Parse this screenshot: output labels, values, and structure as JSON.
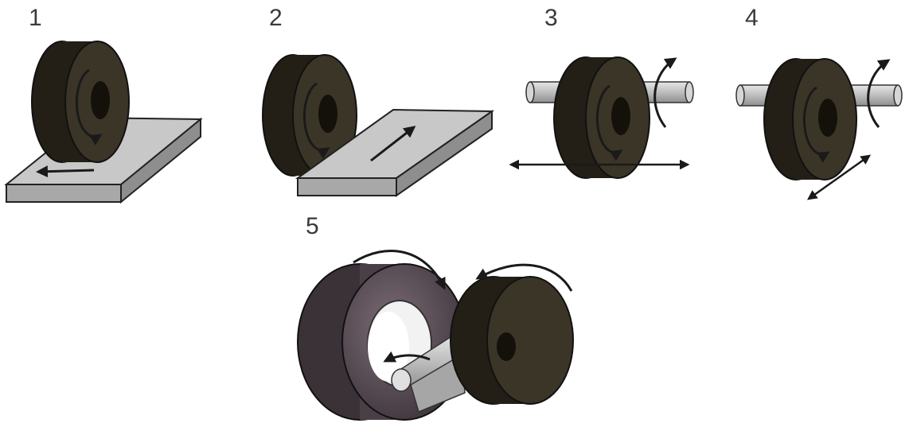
{
  "diagram": {
    "colors": {
      "wheel_face": "#3b3528",
      "wheel_rim": "#231f16",
      "wheel_hole": "#14110a",
      "plate_top": "#c8c8c8",
      "plate_side": "#9a9a9a",
      "shaft": "#c4c4c4",
      "arrow": "#1a1a1a",
      "ring_stone": "#5e5058"
    },
    "panels": [
      {
        "id": "1",
        "label": "1",
        "type": "surface-grinding-plate"
      },
      {
        "id": "2",
        "label": "2",
        "type": "surface-grinding-plate-oblique"
      },
      {
        "id": "3",
        "label": "3",
        "type": "cylindrical-grinding-traverse"
      },
      {
        "id": "4",
        "label": "4",
        "type": "cylindrical-grinding-plunge"
      },
      {
        "id": "5",
        "label": "5",
        "type": "internal-grinding"
      }
    ],
    "icons": [
      "grinding-wheel-icon",
      "workpiece-plate-icon",
      "shaft-icon",
      "rotation-arrow-icon",
      "feed-arrow-icon",
      "ring-workpiece-icon"
    ]
  }
}
